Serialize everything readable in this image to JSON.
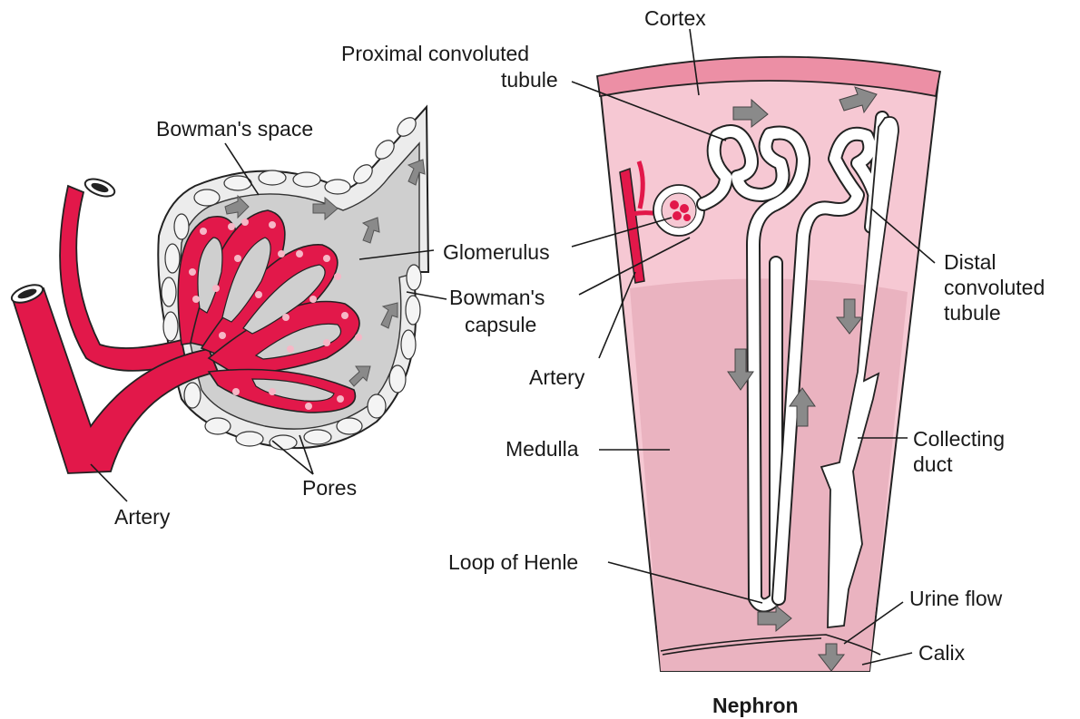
{
  "labels": {
    "bowmans_space": "Bowman's space",
    "glomerulus": "Glomerulus",
    "bowmans_capsule_1": "Bowman's",
    "bowmans_capsule_2": "capsule",
    "artery_left": "Artery",
    "pores": "Pores",
    "cortex": "Cortex",
    "pct_1": "Proximal convoluted",
    "pct_2": "tubule",
    "dct_1": "Distal",
    "dct_2": "convoluted",
    "dct_3": "tubule",
    "artery_right": "Artery",
    "medulla": "Medulla",
    "collecting_1": "Collecting",
    "collecting_2": "duct",
    "loop_of_henle": "Loop of Henle",
    "urine_flow": "Urine flow",
    "calix": "Calix",
    "caption": "Nephron"
  },
  "colors": {
    "vessel_red": "#e2184a",
    "cortex_band": "#ec8fa5",
    "cortex_fill": "#f6c8d3",
    "medulla_fill": "#eab3c0",
    "capsule_gray": "#d0d0d0",
    "arrow_gray": "#8a8a8a"
  }
}
